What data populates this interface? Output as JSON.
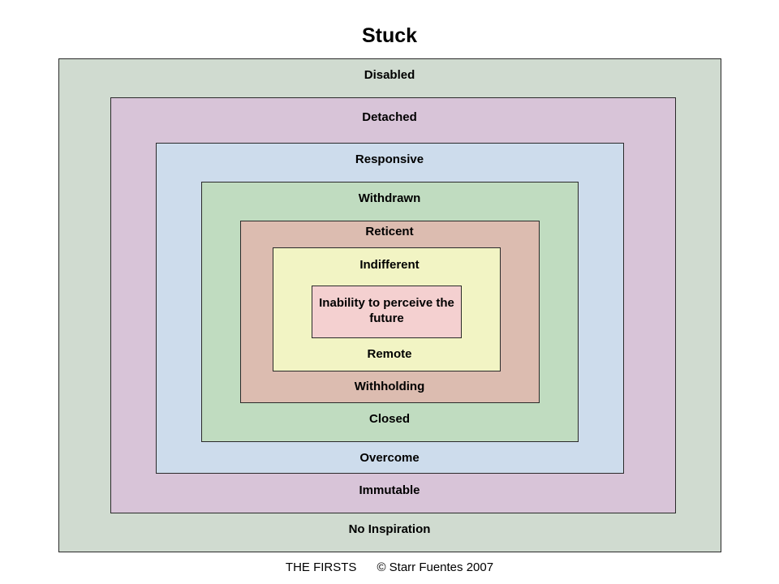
{
  "title": "Stuck",
  "layers": {
    "disabled": {
      "top": "Disabled",
      "bottom": "No Inspiration",
      "color": "#d0dbd0"
    },
    "detached": {
      "top": "Detached",
      "bottom": "Immutable",
      "color": "#d8c4d8"
    },
    "responsive": {
      "top": "Responsive",
      "bottom": "Overcome",
      "color": "#cddcec"
    },
    "withdrawn": {
      "top": "Withdrawn",
      "bottom": "Closed",
      "color": "#c0dcc0"
    },
    "reticent": {
      "top": "Reticent",
      "bottom": "Withholding",
      "color": "#dcbcb0"
    },
    "indifferent": {
      "top": "Indifferent",
      "bottom": "Remote",
      "color": "#f2f4c4"
    }
  },
  "core": {
    "text": "Inability to perceive the future",
    "color": "#f4d0d0"
  },
  "footer": {
    "brand": "THE FIRSTS",
    "copyright": "© Starr Fuentes 2007"
  }
}
